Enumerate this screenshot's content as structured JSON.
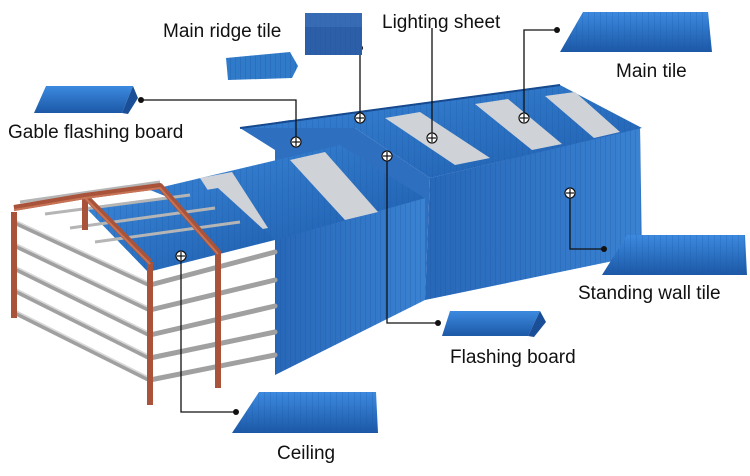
{
  "labels": {
    "main_ridge_tile": "Main ridge tile",
    "lighting_sheet": "Lighting sheet",
    "main_tile": "Main tile",
    "gable_flashing_board": "Gable flashing board",
    "standing_wall_tile": "Standing wall tile",
    "flashing_board": "Flashing board",
    "ceiling": "Ceiling"
  },
  "colors": {
    "roof_blue": "#2a72c8",
    "roof_blue_dark": "#1c5aa8",
    "wall_blue": "#2d73c9",
    "skylight": "#cfd3d8",
    "steel_frame": "#a8533a",
    "purlin_grey": "#9a9a9a",
    "leader_line": "#111111"
  },
  "icons": [
    "crosshair-marker-icon",
    "ridge-tile-swatch",
    "roof-tile-swatch"
  ]
}
